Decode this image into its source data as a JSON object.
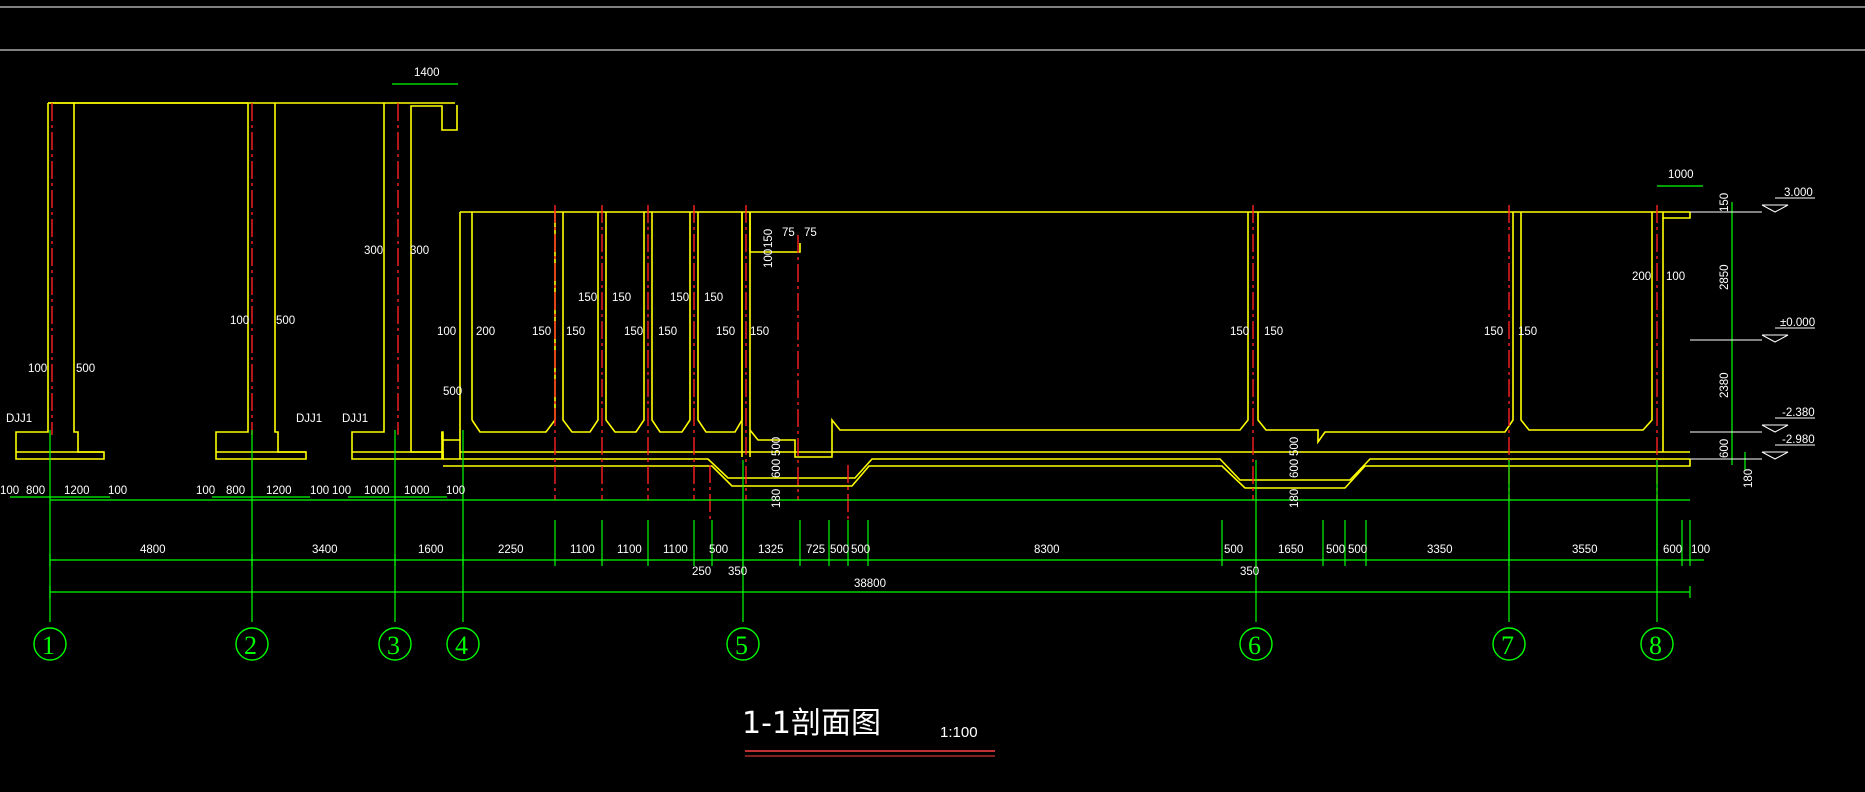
{
  "drawing_title": "1-1剖面图",
  "scale": "1:100",
  "axes": [
    "1",
    "2",
    "3",
    "4",
    "5",
    "6",
    "7",
    "8"
  ],
  "overall_dimension": "38800",
  "axis_spans": [
    "4800",
    "3400",
    "1600"
  ],
  "bottom_row_dims": [
    "2250",
    "1100",
    "1100",
    "1100",
    "500",
    "1325",
    "725",
    "500",
    "500",
    "8300",
    "500",
    "1650",
    "500",
    "500",
    "3350",
    "3550",
    "600",
    "100"
  ],
  "sub_dims": [
    "250",
    "350",
    "350"
  ],
  "footing_dims": [
    "100",
    "800",
    "1200",
    "100",
    "100",
    "800",
    "1200",
    "100",
    "100",
    "1000",
    "1000",
    "100"
  ],
  "footing_labels": [
    "DJJ1",
    "DJJ1",
    "DJJ1"
  ],
  "wall_dims": [
    "100",
    "500",
    "100",
    "500",
    "300",
    "300",
    "500",
    "100",
    "200",
    "150",
    "150",
    "150",
    "150",
    "150",
    "150",
    "150",
    "150",
    "150",
    "150",
    "150",
    "150",
    "150",
    "150",
    "200",
    "100",
    "75",
    "75",
    "100",
    "150",
    "600",
    "500",
    "600",
    "500",
    "180",
    "180",
    "1400",
    "1000"
  ],
  "elevations": [
    "3.000",
    "±0.000",
    "-2.380",
    "-2.980"
  ],
  "vertical_dims": [
    "150",
    "2850",
    "2380",
    "600",
    "180"
  ]
}
